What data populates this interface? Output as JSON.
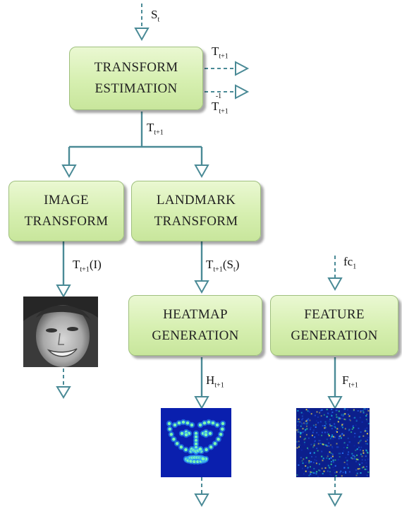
{
  "boxes": {
    "transform_estimation": [
      "TRANSFORM",
      "ESTIMATION"
    ],
    "image_transform": [
      "IMAGE",
      "TRANSFORM"
    ],
    "landmark_transform": [
      "LANDMARK",
      "TRANSFORM"
    ],
    "heatmap_generation": [
      "HEATMAP",
      "GENERATION"
    ],
    "feature_generation": [
      "FEATURE",
      "GENERATION"
    ]
  },
  "labels": {
    "s_t": {
      "base": "S",
      "sub": "t"
    },
    "t_out": {
      "base": "T",
      "sub": "t+1"
    },
    "t_inv": {
      "base": "T",
      "sub": "t+1",
      "sup": "-1"
    },
    "t_down": {
      "base": "T",
      "sub": "t+1"
    },
    "t_image": {
      "base": "T",
      "sub": "t+1",
      "tail": "(I)"
    },
    "t_landmark": {
      "base": "T",
      "sub": "t+1",
      "tail": "(S",
      "tail_sub": "t",
      "tail_end": ")"
    },
    "fc": {
      "base": "fc",
      "sub": "1"
    },
    "h": {
      "base": "H",
      "sub": "t+1"
    },
    "f": {
      "base": "F",
      "sub": "t+1"
    }
  },
  "colors": {
    "arrow": "#4a8a96",
    "box_fill": "#d6efb0",
    "box_border": "#9fbf7e",
    "heatmap_bg": "#0a1fae",
    "feature_bg": "#0c1f8c"
  }
}
